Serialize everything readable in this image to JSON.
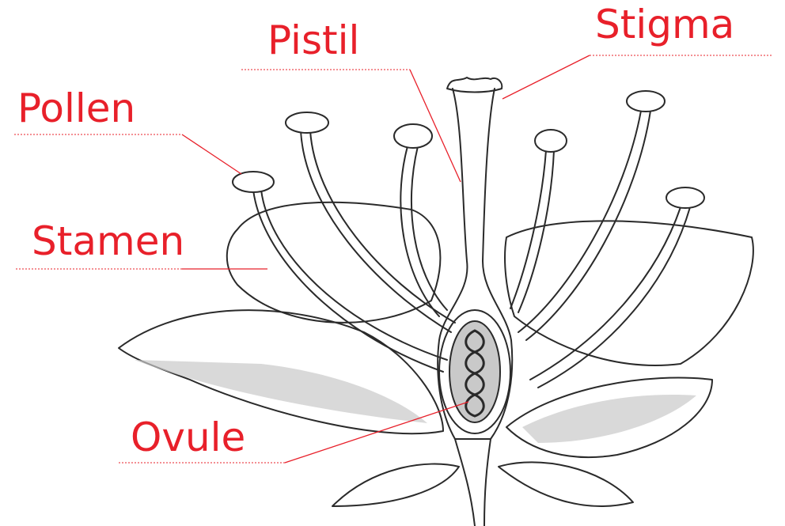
{
  "diagram": {
    "labels": {
      "pistil": "Pistil",
      "stigma": "Stigma",
      "pollen": "Pollen",
      "stamen": "Stamen",
      "ovule": "Ovule"
    },
    "colors": {
      "label_text": "#e8202a",
      "leader_line": "#e8202a",
      "drawing_ink": "#2a2a2a",
      "shading": "#c9c9c9"
    }
  }
}
